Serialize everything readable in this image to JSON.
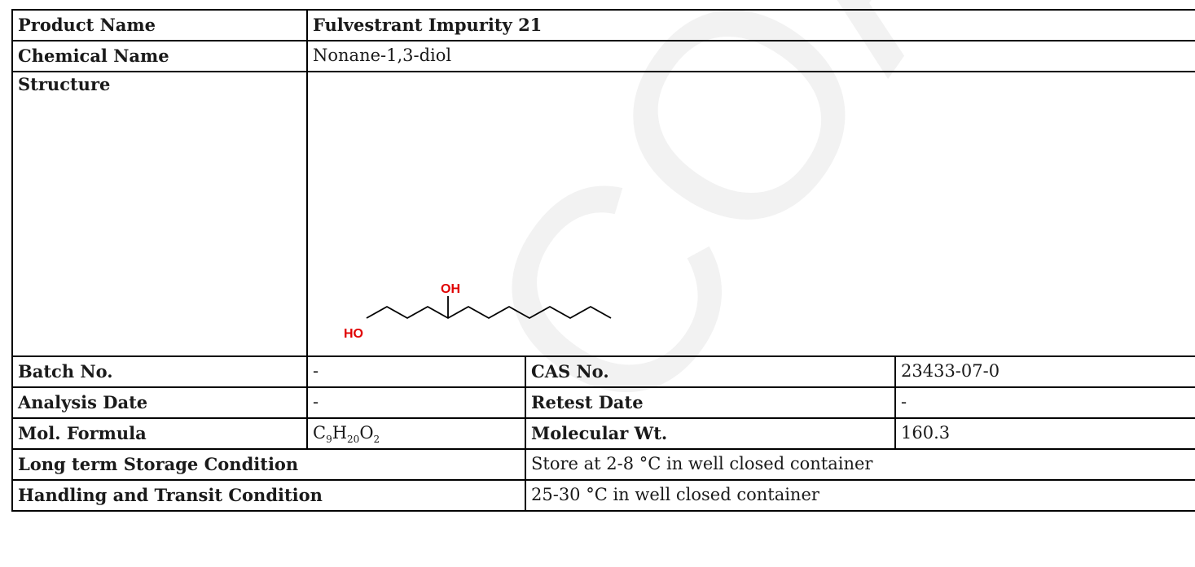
{
  "watermark_text": "COA",
  "product": {
    "label": "Product Name",
    "value": "Fulvestrant Impurity 21"
  },
  "chemical_name": {
    "label": "Chemical Name",
    "value": "Nonane-1,3-diol"
  },
  "structure": {
    "label": "Structure",
    "atoms": {
      "oh_top": "OH",
      "ho_left": "HO"
    },
    "atom_color": "#e00000"
  },
  "batch": {
    "label": "Batch No.",
    "value": "-"
  },
  "cas": {
    "label": "CAS No.",
    "value": "23433-07-0"
  },
  "analysis_date": {
    "label": "Analysis Date",
    "value": "-"
  },
  "retest_date": {
    "label": "Retest Date",
    "value": "-"
  },
  "mol_formula": {
    "label": "Mol. Formula",
    "parts": [
      {
        "el": "C",
        "n": "9"
      },
      {
        "el": "H",
        "n": "20"
      },
      {
        "el": "O",
        "n": "2"
      }
    ]
  },
  "mol_weight": {
    "label": "Molecular Wt.",
    "value": "160.3"
  },
  "storage": {
    "label": "Long term Storage Condition",
    "value": "Store at 2-8 °C in well closed container"
  },
  "transit": {
    "label": "Handling and Transit Condition",
    "value": "25-30 °C in well closed container"
  }
}
